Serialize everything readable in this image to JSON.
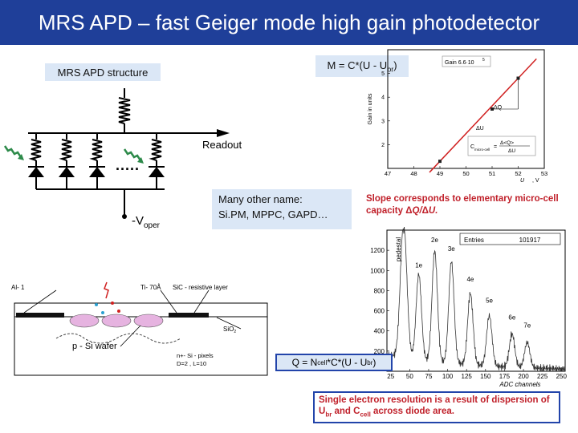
{
  "title": "MRS APD – fast Geiger mode high gain photodetector",
  "structure_label": "MRS APD structure",
  "gain_formula": {
    "lhs": "M = C*(U - U",
    "sub": "br",
    "rhs": ")"
  },
  "readout_label": "Readout",
  "voper": {
    "main": "-V",
    "sub": "oper"
  },
  "ellipsis": ".....",
  "other_names": {
    "line1": "Many other name:",
    "line2": "Si.PM, MPPC, GAPD…"
  },
  "slope_note": {
    "line1": "Slope corresponds to elementary micro-cell",
    "line2_prefix": "capacity ",
    "delta1": "Δ",
    "q": "Q/",
    "delta2": "Δ",
    "u": "U."
  },
  "charge_formula": {
    "p1": "Q = N",
    "sub1": "cell",
    "p2": "*C*(U - U",
    "sub2": "br",
    "p3": ")"
  },
  "resolution_note": {
    "line1": "Single electron resolution is a result of dispersion of",
    "u": "U",
    "u_sub": "br",
    "and": " and C",
    "c_sub": "cell",
    "rest": " across diode area."
  },
  "cross_section": {
    "al_label": "Al- 1",
    "ti_label": "Ti- 70Å",
    "sic_label": "SiC - resistive layer",
    "sio2_label": "SiO",
    "sio2_sub": "2",
    "wafer_label": "p - Si  wafer",
    "pixels_label": "n+- Si - pixels",
    "pixel_dims": "D=2 , L=10"
  },
  "gain_plot": {
    "ylabel": "Gain in units",
    "xlabel": "U",
    "xunit": ", V",
    "gain_box": "Gain 6.6·10",
    "gain_exp": "5",
    "dq": "ΔQ",
    "du": "ΔU",
    "ccell": "C",
    "ccell_sub": "micro-cell",
    "eq": "=",
    "frac_top": "Δ<Q>",
    "frac_bot": "ΔU"
  },
  "spectrum": {
    "ylabel": "pedestal",
    "xlabel": "ADC channels",
    "entries_label": "Entries",
    "entries_value": "101917"
  },
  "chart_data": [
    {
      "type": "line",
      "title": "",
      "xlabel": "U",
      "ylabel": "Gain in units",
      "x": [
        49,
        51,
        52
      ],
      "y": [
        1.3,
        3.5,
        4.8
      ],
      "xticks": [
        47,
        48,
        49,
        50,
        51,
        52,
        53
      ],
      "yticks": [
        2,
        3,
        4,
        5
      ],
      "xlim": [
        47,
        53
      ],
      "ylim": [
        1,
        6
      ]
    },
    {
      "type": "line",
      "title": "",
      "xlabel": "ADC channels",
      "ylabel": "pedestal",
      "xticks": [
        25,
        50,
        75,
        100,
        125,
        150,
        175,
        200,
        225,
        250
      ],
      "yticks": [
        200,
        400,
        600,
        800,
        1000,
        1200
      ],
      "xlim": [
        20,
        255
      ],
      "ylim": [
        0,
        1400
      ],
      "peak_labels": [
        {
          "label": "1e",
          "x": 62,
          "y": 1000
        },
        {
          "label": "2e",
          "x": 83,
          "y": 1250
        },
        {
          "label": "3e",
          "x": 105,
          "y": 1160
        },
        {
          "label": "4e",
          "x": 130,
          "y": 860
        },
        {
          "label": "5e",
          "x": 155,
          "y": 650
        },
        {
          "label": "6e",
          "x": 185,
          "y": 480
        },
        {
          "label": "7e",
          "x": 205,
          "y": 400
        }
      ]
    }
  ]
}
